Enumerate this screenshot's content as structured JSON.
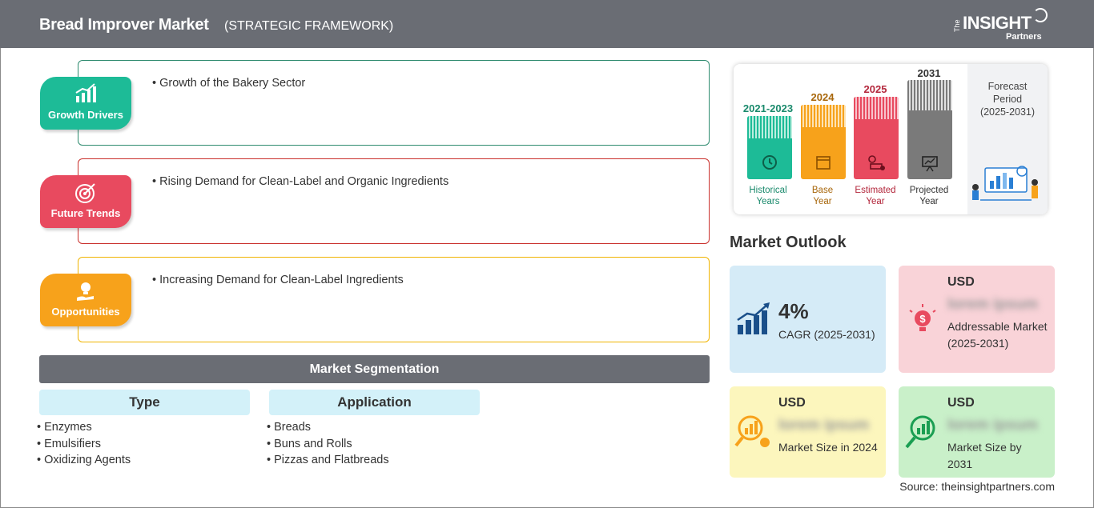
{
  "header": {
    "title": "Bread Improver Market",
    "subtitle": "(STRATEGIC FRAMEWORK)",
    "logo_the": "The",
    "logo_insight": "INSIGHT",
    "logo_partners": "Partners"
  },
  "framework": [
    {
      "label": "Growth Drivers",
      "bullet": "Growth of the Bakery Sector",
      "color": "#1dbb97",
      "border": "#2e8b6f"
    },
    {
      "label": "Future Trends",
      "bullet": "Rising Demand for Clean-Label and Organic Ingredients",
      "color": "#e84a5f",
      "border": "#c9302c"
    },
    {
      "label": "Opportunities",
      "bullet": "Increasing Demand for Clean-Label Ingredients",
      "color": "#f7a21b",
      "border": "#f0b400"
    }
  ],
  "segmentation": {
    "title": "Market Segmentation",
    "type": {
      "title": "Type",
      "items": [
        "Enzymes",
        "Emulsifiers",
        "Oxidizing Agents"
      ]
    },
    "application": {
      "title": "Application",
      "items": [
        "Breads",
        "Buns and Rolls",
        "Pizzas and Flatbreads"
      ]
    }
  },
  "timeline": {
    "historical": {
      "year": "2021-2023",
      "l1": "Historical",
      "l2": "Years",
      "color": "#1dbb97",
      "text": "#1a8a6c"
    },
    "base": {
      "year": "2024",
      "l1": "Base",
      "l2": "Year",
      "color": "#f7a21b",
      "text": "#a8660a"
    },
    "estimated": {
      "year": "2025",
      "l1": "Estimated",
      "l2": "Year",
      "color": "#e84a5f",
      "text": "#b3263b"
    },
    "projected": {
      "year": "2031",
      "l1": "Projected",
      "l2": "Year",
      "color": "#7a7a7a",
      "text": "#333333"
    },
    "forecast_l1": "Forecast",
    "forecast_l2": "Period",
    "forecast_l3": "(2025-2031)"
  },
  "outlook": {
    "title": "Market Outlook",
    "cagr": {
      "value": "4%",
      "label": "CAGR (2025-2031)",
      "bg": "#d5ebf7"
    },
    "addressable": {
      "usd": "USD",
      "value": "lorem ipsum",
      "label": "Addressable Market (2025-2031)",
      "bg": "#f9d3d8"
    },
    "size2024": {
      "usd": "USD",
      "value": "lorem ipsum",
      "label": "Market Size in 2024",
      "bg": "#fcf6bd"
    },
    "size2031": {
      "usd": "USD",
      "value": "lorem ipsum",
      "label": "Market Size by 2031",
      "bg": "#c9f0c9"
    }
  },
  "source": "Source: theinsightpartners.com"
}
